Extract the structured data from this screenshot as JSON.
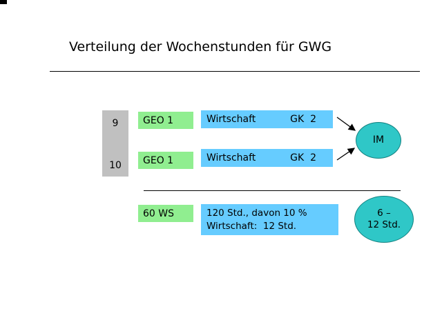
{
  "slide": {
    "title": "Verteilung der Wochenstunden für GWG"
  },
  "diagram": {
    "grades": [
      "9",
      "10"
    ],
    "rows": [
      {
        "subject": "GEO 1",
        "course": "Wirtschaft",
        "level": "GK  2"
      },
      {
        "subject": "GEO 1",
        "course": "Wirtschaft",
        "level": "GK  2"
      }
    ],
    "im_ellipse": {
      "label": "IM"
    },
    "bottom": {
      "subject": "60 WS",
      "detail_line1": "120 Std., davon 10 %",
      "detail_line2": "Wirtschaft:  12 Std.",
      "ellipse_line1": "6 –",
      "ellipse_line2": "12 Std."
    },
    "colors": {
      "green_box": "#90ee90",
      "blue_box": "#66ccff",
      "teal_ellipse": "#2fc7c7",
      "gray_column": "#c0c0c0"
    }
  }
}
